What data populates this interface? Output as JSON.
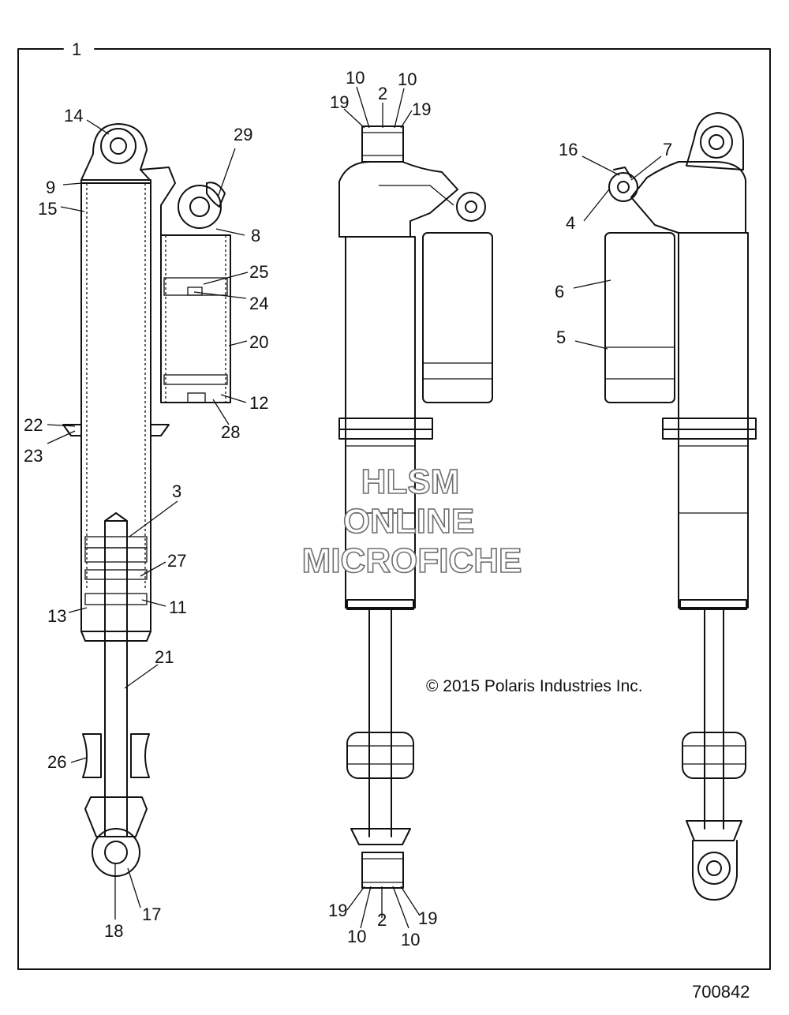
{
  "diagram": {
    "frame_label": "1",
    "copyright": "© 2015 Polaris Industries Inc.",
    "figure_number": "700842",
    "watermark": {
      "line1": "HLSM",
      "line2": "ONLINE",
      "line3": "MICROFICHE"
    },
    "callouts": {
      "c2a": "2",
      "c2b": "2",
      "c3": "3",
      "c4": "4",
      "c5": "5",
      "c6": "6",
      "c7": "7",
      "c8": "8",
      "c9": "9",
      "c10a": "10",
      "c10b": "10",
      "c10c": "10",
      "c10d": "10",
      "c11": "11",
      "c12": "12",
      "c13": "13",
      "c14": "14",
      "c15": "15",
      "c16": "16",
      "c17": "17",
      "c18": "18",
      "c19a": "19",
      "c19b": "19",
      "c19c": "19",
      "c19d": "19",
      "c20": "20",
      "c21": "21",
      "c22": "22",
      "c23": "23",
      "c24": "24",
      "c25": "25",
      "c26": "26",
      "c27": "27",
      "c28": "28",
      "c29": "29"
    }
  }
}
